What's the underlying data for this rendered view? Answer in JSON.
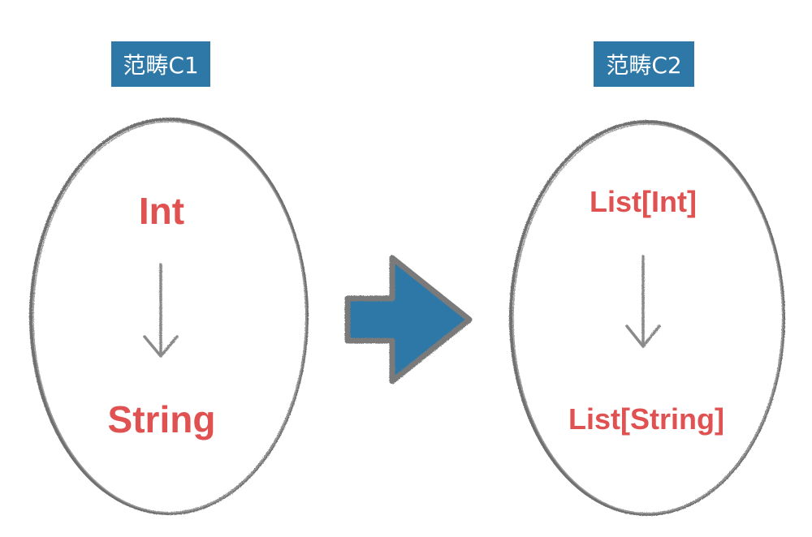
{
  "category_c1": {
    "label": "范畴C1",
    "from_type": "Int",
    "to_type": "String"
  },
  "category_c2": {
    "label": "范畴C2",
    "from_type": "List[Int]",
    "to_type": "List[String]"
  },
  "colors": {
    "label_bg": "#2e78a8",
    "label_text": "#ffffff",
    "type_text": "#e05252",
    "ellipse_stroke": "#6f6f6f",
    "arrow_fill": "#2e78a8",
    "arrow_stroke": "#7a7a7a"
  },
  "icons": [
    "morphism-arrow-icon",
    "functor-arrow-icon"
  ]
}
